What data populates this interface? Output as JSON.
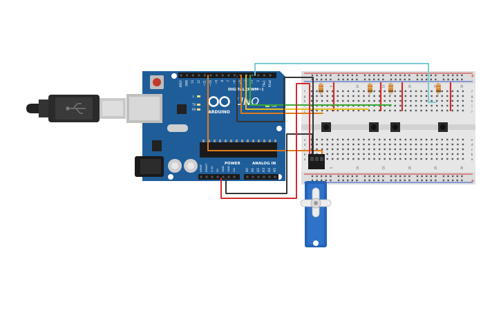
{
  "board": {
    "brand": "ARDUINO",
    "model": "UNO",
    "digital_label": "DIGITAL (PWM~)",
    "power_label": "POWER",
    "analog_label": "ANALOG IN",
    "on_label": "ON",
    "tx_label": "TX",
    "rx_label": "RX",
    "l_label": "L",
    "top_pins": [
      "AREF",
      "GND",
      "13",
      "12",
      "~11",
      "~10",
      "~9",
      "8",
      "7",
      "~6",
      "~5",
      "4",
      "~3",
      "2",
      "TX▸1",
      "RX◂0"
    ],
    "power_pins": [
      "IOREF",
      "RESET",
      "3.3V",
      "5V",
      "GND",
      "GND",
      "Vin"
    ],
    "analog_pins": [
      "A0",
      "A1",
      "A2",
      "A3",
      "A4",
      "A5"
    ]
  },
  "breadboard": {
    "row_labels_top": [
      "a",
      "b",
      "c",
      "d",
      "e"
    ],
    "row_labels_bottom": [
      "f",
      "g",
      "h",
      "i",
      "j"
    ],
    "col_numbers": [
      "1",
      "5",
      "10",
      "15",
      "20",
      "25",
      "30"
    ],
    "plus": "+",
    "minus": "−"
  },
  "colors": {
    "board": "#1f5d99",
    "wire_cyan": "#7fc8d4",
    "wire_orange": "#e07b1a",
    "wire_yellow": "#e8c01c",
    "wire_green": "#3aa935",
    "wire_red": "#d42a2a",
    "wire_black": "#333333",
    "servo": "#2463b5"
  }
}
